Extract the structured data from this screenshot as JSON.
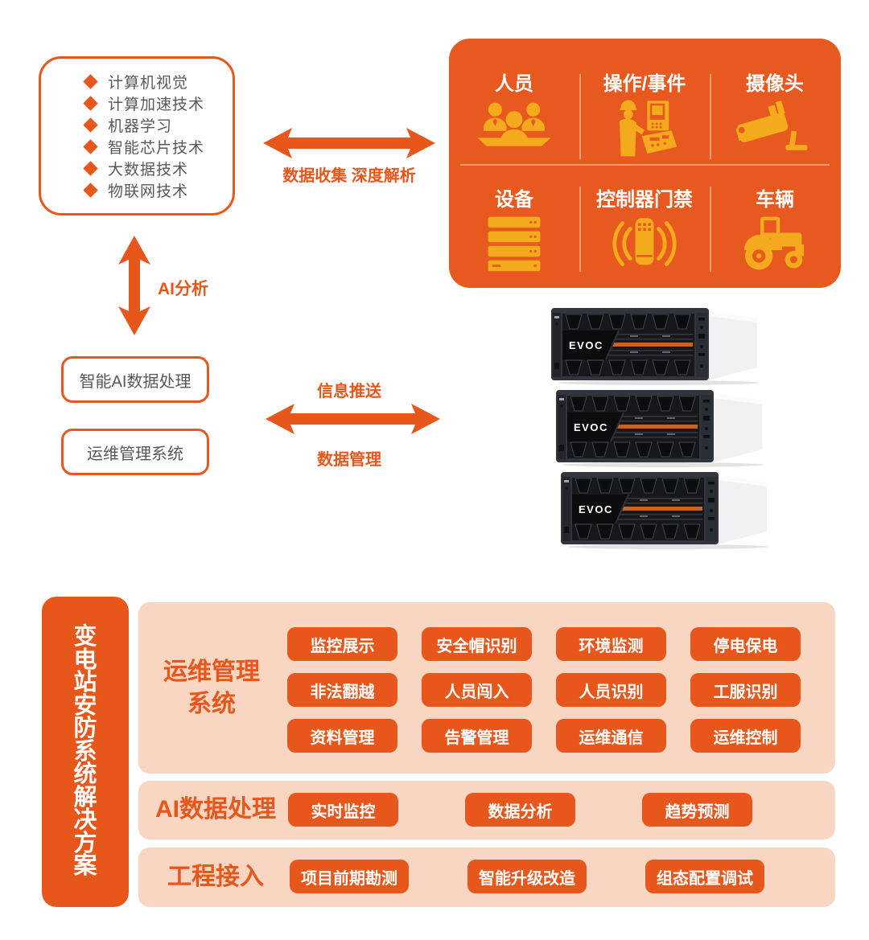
{
  "palette": {
    "primary": "#E7571C",
    "gold": "#F3AA1D",
    "panel_pink": "#F8D6C2",
    "text_dark": "#57585A"
  },
  "tech_list": {
    "items": [
      "计算机视觉",
      "计算加速技术",
      "机器学习",
      "智能芯片技术",
      "大数据技术",
      "物联网技术"
    ]
  },
  "flow": {
    "collect_label": "数据收集 深度解析",
    "ai_label": "AI分析",
    "push_label": "信息推送",
    "manage_label": "数据管理"
  },
  "process_boxes": {
    "ai": "智能AI数据处理",
    "ops": "运维管理系统"
  },
  "source_grid": {
    "cells": [
      {
        "label": "人员",
        "icon": "people-icon"
      },
      {
        "label": "操作/事件",
        "icon": "operator-icon"
      },
      {
        "label": "摄像头",
        "icon": "camera-icon"
      },
      {
        "label": "设备",
        "icon": "equipment-icon"
      },
      {
        "label": "控制器门禁",
        "icon": "access-controller-icon"
      },
      {
        "label": "车辆",
        "icon": "vehicle-icon"
      }
    ]
  },
  "server": {
    "brand": "EVOC",
    "count": 3
  },
  "solution": {
    "banner": "变电站安防系统解决方案",
    "sections": [
      {
        "title_lines": [
          "运维管理",
          "系统"
        ],
        "buttons": [
          "监控展示",
          "安全帽识别",
          "环境监测",
          "停电保电",
          "非法翻越",
          "人员闯入",
          "人员识别",
          "工服识别",
          "资料管理",
          "告警管理",
          "运维通信",
          "运维控制"
        ]
      },
      {
        "title_lines": [
          "AI数据处理"
        ],
        "buttons": [
          "实时监控",
          "数据分析",
          "趋势预测"
        ]
      },
      {
        "title_lines": [
          "工程接入"
        ],
        "buttons": [
          "项目前期勘测",
          "智能升级改造",
          "组态配置调试"
        ]
      }
    ]
  }
}
